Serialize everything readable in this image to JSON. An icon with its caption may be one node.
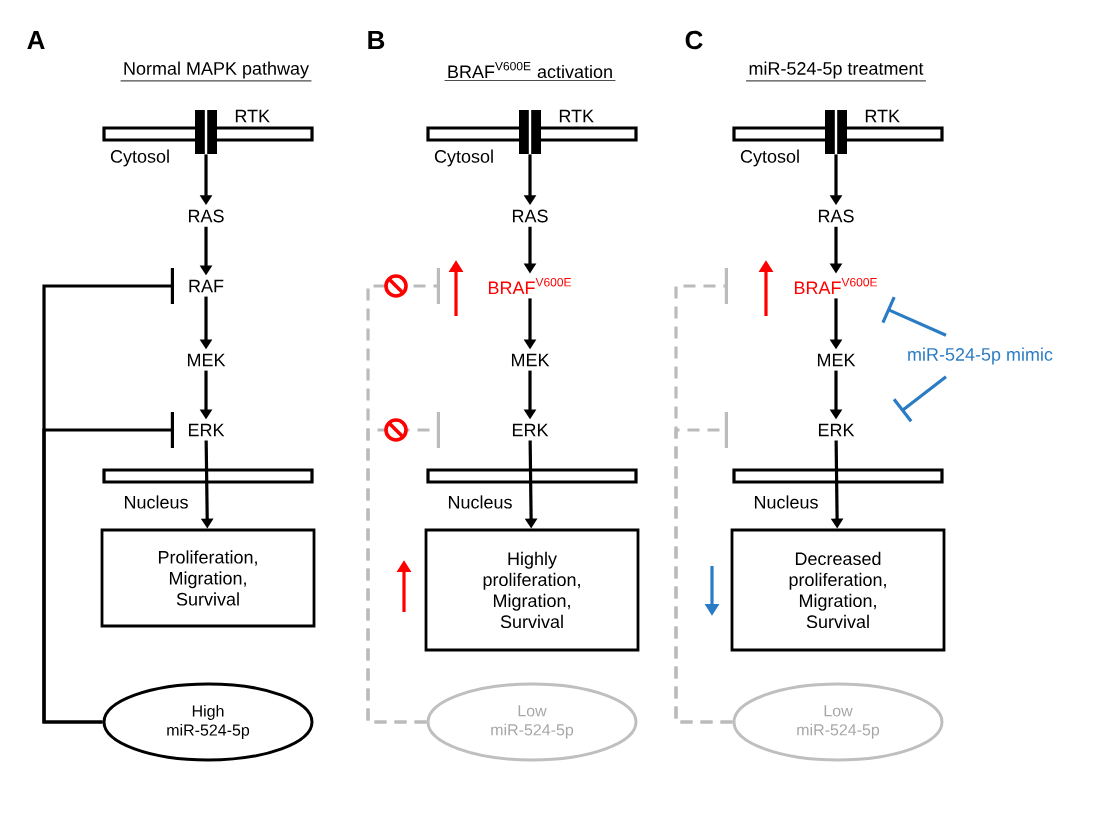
{
  "diagram": {
    "nodes": [
      {
        "text": [
          "RTK"
        ]
      },
      {
        "text": [
          "RAS"
        ]
      },
      {
        "text": [
          "RAF"
        ]
      },
      {
        "text": [
          "MEK"
        ]
      },
      {
        "text": [
          "ERK"
        ]
      },
      {
        "text": [
          "Proliferation, Migration, Survival"
        ]
      },
      {
        "text": [
          "High miR-524-5p"
        ]
      },
      {
        "text": [
          "RTK"
        ]
      },
      {
        "text": [
          "RAS"
        ]
      },
      {
        "text": [
          "BRAF$^{V600E}$"
        ]
      },
      {
        "text": [
          "MEK"
        ]
      },
      {
        "text": [
          "ERK"
        ]
      },
      {
        "text": [
          "Highly proliferation, Migration, Survival"
        ]
      },
      {
        "text": [
          "Low miR-524-5p"
        ]
      },
      {
        "text": [
          "RTK"
        ]
      },
      {
        "text": [
          "RAS"
        ]
      },
      {
        "text": [
          "BRAF$^{V600E}$"
        ]
      },
      {
        "text": [
          "MEK"
        ]
      },
      {
        "text": [
          "ERK"
        ]
      },
      {
        "text": [
          "Decreased proliferation, Migration, Survival"
        ]
      },
      {
        "text": [
          "Low miR-524-5p"
        ]
      },
      {
        "text": [
          "miR-524-5p mimic"
        ]
      }
    ],
    "edges": [
      {
        "from": 0,
        "to": 1,
        "arrow": "to"
      },
      {
        "from": 1,
        "to": 2,
        "arrow": "to"
      },
      {
        "from": 2,
        "to": 3,
        "arrow": "to"
      },
      {
        "from": 3,
        "to": 4,
        "arrow": "to"
      },
      {
        "from": 4,
        "to": 5,
        "arrow": "to"
      },
      {
        "from": 6,
        "to": 2,
        "arrow": "other"
      },
      {
        "from": 6,
        "to": 4,
        "arrow": "other"
      },
      {
        "from": 7,
        "to": 8,
        "arrow": "to"
      },
      {
        "from": 8,
        "to": 9,
        "arrow": "to"
      },
      {
        "from": 9,
        "to": 10,
        "arrow": "to"
      },
      {
        "from": 10,
        "to": 11,
        "arrow": "to"
      },
      {
        "from": 11,
        "to": 12,
        "arrow": "to"
      },
      {
        "from": 13,
        "to": 9,
        "arrow": "other",
        "style": "dashed",
        "color": "#bbbbbb"
      },
      {
        "from": 13,
        "to": 11,
        "arrow": "other",
        "style": "dashed",
        "color": "#bbbbbb"
      },
      {
        "from": 14,
        "to": 15,
        "arrow": "to"
      },
      {
        "from": 15,
        "to": 16,
        "arrow": "to"
      },
      {
        "from": 16,
        "to": 17,
        "arrow": "to"
      },
      {
        "from": 17,
        "to": 18,
        "arrow": "to"
      },
      {
        "from": 18,
        "to": 19,
        "arrow": "to"
      },
      {
        "from": 20,
        "to": 16,
        "arrow": "other",
        "style": "dashed",
        "color": "#bbbbbb"
      },
      {
        "from": 20,
        "to": 18,
        "arrow": "other",
        "style": "dashed",
        "color": "#bbbbbb"
      },
      {
        "from": 21,
        "to": 16,
        "arrow": "other",
        "color": "#2a7cc4"
      },
      {
        "from": 21,
        "to": 18,
        "arrow": "other",
        "color": "#2a7cc4"
      }
    ],
    "labels": [
      "A",
      "Normal MAPK pathway",
      "Cytosol",
      "Nucleus",
      "B",
      "BRAF$^{V600E}$ activation",
      "Cytosol",
      "Nucleus",
      "C",
      "miR-524-5p treatment",
      "Cytosol",
      "Nucleus"
    ]
  }
}
